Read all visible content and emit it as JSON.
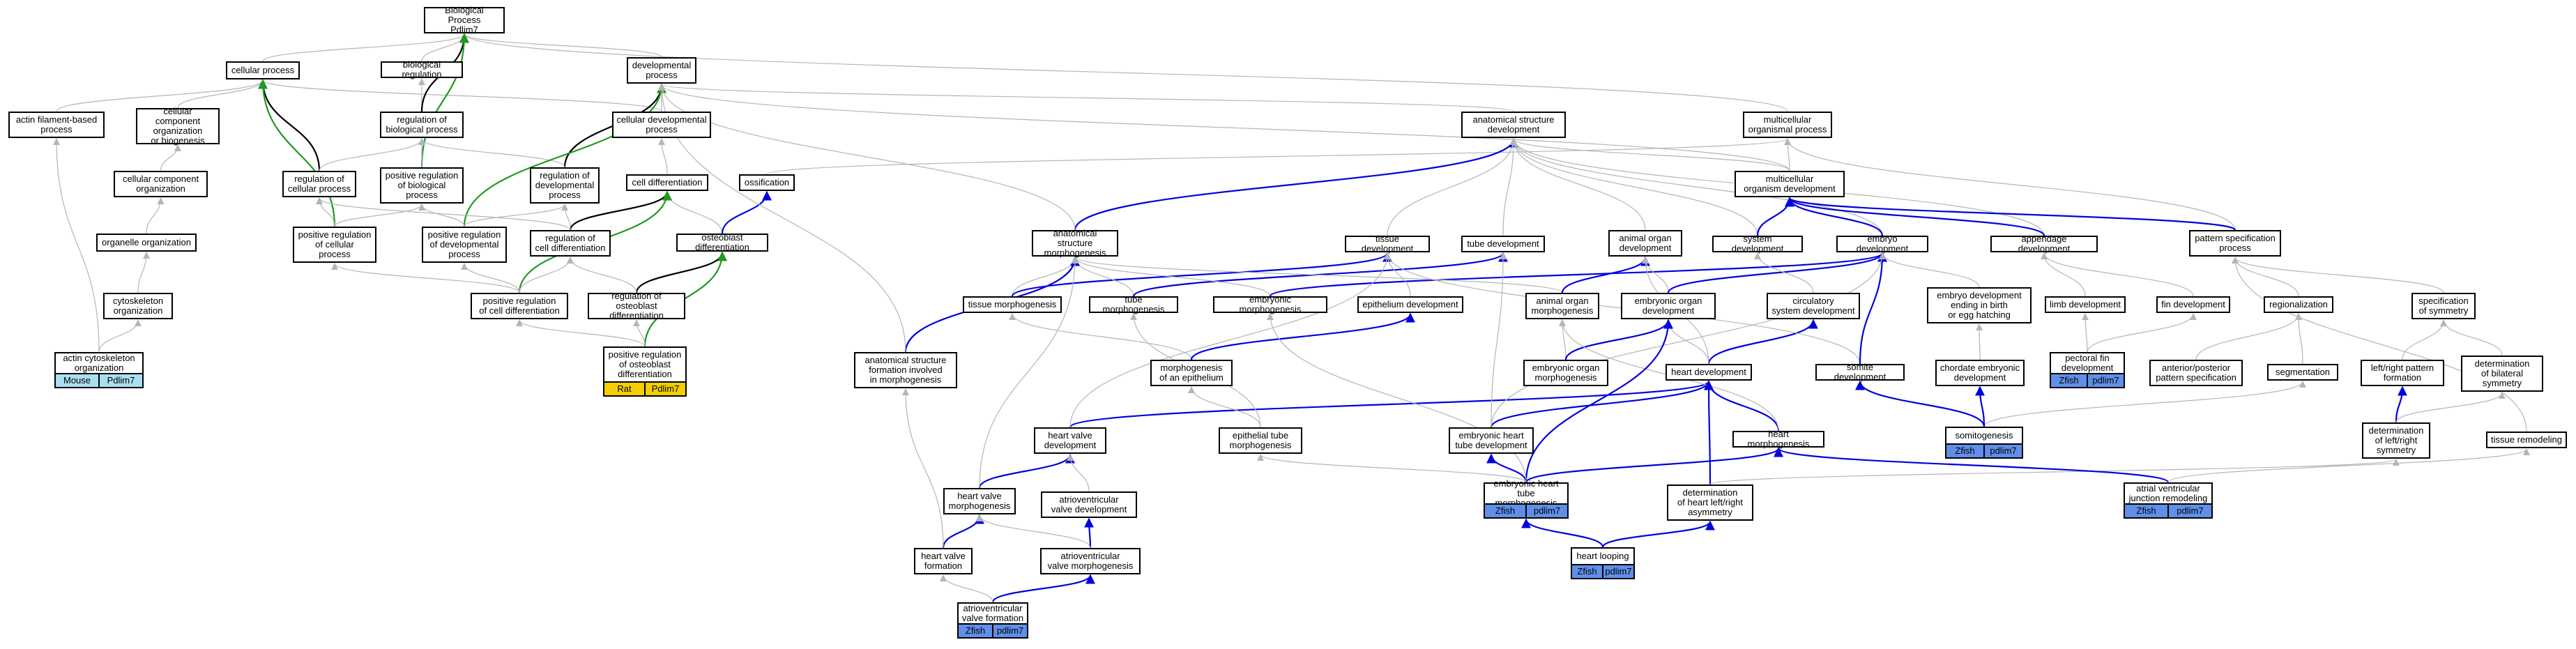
{
  "nodes": [
    {
      "id": "bp",
      "label": "Biological Process\nPdlim7"
    },
    {
      "id": "cp",
      "label": "cellular process"
    },
    {
      "id": "breg",
      "label": "biological regulation"
    },
    {
      "id": "dev",
      "label": "developmental\nprocess"
    },
    {
      "id": "afp",
      "label": "actin filament-based\nprocess"
    },
    {
      "id": "ccob",
      "label": "cellular component\norganization\nor biogenesis"
    },
    {
      "id": "rbp",
      "label": "regulation of\nbiological process"
    },
    {
      "id": "cdp",
      "label": "cellular developmental\nprocess"
    },
    {
      "id": "asd",
      "label": "anatomical structure\ndevelopment"
    },
    {
      "id": "mop",
      "label": "multicellular\norganismal process"
    },
    {
      "id": "cco",
      "label": "cellular component\norganization"
    },
    {
      "id": "rcp",
      "label": "regulation of\ncellular process"
    },
    {
      "id": "prbp",
      "label": "positive regulation\nof biological\nprocess"
    },
    {
      "id": "rdp",
      "label": "regulation of\ndevelopmental\nprocess"
    },
    {
      "id": "celldiff",
      "label": "cell differentiation"
    },
    {
      "id": "oss",
      "label": "ossification"
    },
    {
      "id": "mod",
      "label": "multicellular\norganism development"
    },
    {
      "id": "oo",
      "label": "organelle organization"
    },
    {
      "id": "prcp",
      "label": "positive regulation\nof cellular\nprocess"
    },
    {
      "id": "prdp",
      "label": "positive regulation\nof developmental\nprocess"
    },
    {
      "id": "rcd",
      "label": "regulation of\ncell differentiation"
    },
    {
      "id": "od",
      "label": "osteoblast differentiation"
    },
    {
      "id": "asm",
      "label": "anatomical structure\nmorphogenesis"
    },
    {
      "id": "tissd",
      "label": "tissue development"
    },
    {
      "id": "tubed",
      "label": "tube development"
    },
    {
      "id": "aod",
      "label": "animal organ\ndevelopment"
    },
    {
      "id": "sysd",
      "label": "system development"
    },
    {
      "id": "embd",
      "label": "embryo development"
    },
    {
      "id": "appd",
      "label": "appendage development"
    },
    {
      "id": "psp",
      "label": "pattern specification\nprocess"
    },
    {
      "id": "cso",
      "label": "cytoskeleton\norganization"
    },
    {
      "id": "prcd",
      "label": "positive regulation\nof cell differentiation"
    },
    {
      "id": "rod",
      "label": "regulation of\nosteoblast differentiation"
    },
    {
      "id": "tm",
      "label": "tissue morphogenesis"
    },
    {
      "id": "tubem",
      "label": "tube morphogenesis"
    },
    {
      "id": "embm",
      "label": "embryonic morphogenesis"
    },
    {
      "id": "epid",
      "label": "epithelium development"
    },
    {
      "id": "aom",
      "label": "animal organ\nmorphogenesis"
    },
    {
      "id": "eod",
      "label": "embryonic organ\ndevelopment"
    },
    {
      "id": "csd",
      "label": "circulatory\nsystem development"
    },
    {
      "id": "edbh",
      "label": "embryo development\nending in birth\nor egg hatching"
    },
    {
      "id": "limb",
      "label": "limb development"
    },
    {
      "id": "fin",
      "label": "fin development"
    },
    {
      "id": "regio",
      "label": "regionalization"
    },
    {
      "id": "sos",
      "label": "specification\nof symmetry"
    },
    {
      "id": "aco",
      "label": "actin cytoskeleton\norganization"
    },
    {
      "id": "prod",
      "label": "positive regulation\nof osteoblast\ndifferentiation"
    },
    {
      "id": "asfm",
      "label": "anatomical structure\nformation involved\nin morphogenesis"
    },
    {
      "id": "moe",
      "label": "morphogenesis\nof an epithelium"
    },
    {
      "id": "eom",
      "label": "embryonic organ\nmorphogenesis"
    },
    {
      "id": "heartd",
      "label": "heart development"
    },
    {
      "id": "somd",
      "label": "somite development"
    },
    {
      "id": "ced",
      "label": "chordate embryonic\ndevelopment"
    },
    {
      "id": "pfin",
      "label": "pectoral fin\ndevelopment"
    },
    {
      "id": "apps",
      "label": "anterior/posterior\npattern specification"
    },
    {
      "id": "seg",
      "label": "segmentation"
    },
    {
      "id": "lrpf",
      "label": "left/right pattern\nformation"
    },
    {
      "id": "dbs",
      "label": "determination\nof bilateral\nsymmetry"
    },
    {
      "id": "hvd",
      "label": "heart valve\ndevelopment"
    },
    {
      "id": "etm",
      "label": "epithelial tube\nmorphogenesis"
    },
    {
      "id": "ehtd",
      "label": "embryonic heart\ntube development"
    },
    {
      "id": "hm",
      "label": "heart morphogenesis"
    },
    {
      "id": "somito",
      "label": "somitogenesis"
    },
    {
      "id": "dlrs",
      "label": "determination\nof left/right\nsymmetry"
    },
    {
      "id": "tr",
      "label": "tissue remodeling"
    },
    {
      "id": "hvm",
      "label": "heart valve\nmorphogenesis"
    },
    {
      "id": "avvd",
      "label": "atrioventricular\nvalve development"
    },
    {
      "id": "ehtm",
      "label": "embryonic heart\ntube morphogenesis"
    },
    {
      "id": "dhlra",
      "label": "determination\nof heart left/right\nasymmetry"
    },
    {
      "id": "avjr",
      "label": "atrial ventricular\njunction remodeling"
    },
    {
      "id": "hvf",
      "label": "heart valve\nformation"
    },
    {
      "id": "avvm",
      "label": "atrioventricular\nvalve morphogenesis"
    },
    {
      "id": "hl",
      "label": "heart looping"
    },
    {
      "id": "avvf",
      "label": "atrioventricular\nvalve formation"
    }
  ],
  "tags": [
    {
      "node": "aco",
      "species": "Mouse",
      "gene": "Pdlim7",
      "color": "#a9dff0"
    },
    {
      "node": "prod",
      "species": "Rat",
      "gene": "Pdlim7",
      "color": "#f3cf00"
    },
    {
      "node": "pfin",
      "species": "Zfish",
      "gene": "pdlim7",
      "color": "#5f8fe8"
    },
    {
      "node": "somito",
      "species": "Zfish",
      "gene": "pdlim7",
      "color": "#5f8fe8"
    },
    {
      "node": "ehtm",
      "species": "Zfish",
      "gene": "pdlim7",
      "color": "#5f8fe8"
    },
    {
      "node": "avjr",
      "species": "Zfish",
      "gene": "pdlim7",
      "color": "#5f8fe8"
    },
    {
      "node": "hl",
      "species": "Zfish",
      "gene": "pdlim7",
      "color": "#5f8fe8"
    },
    {
      "node": "avvf",
      "species": "Zfish",
      "gene": "pdlim7",
      "color": "#5f8fe8"
    }
  ],
  "edge_colors": {
    "is_a": "#b5b5b5",
    "regulates": "#000000",
    "positively_regulates": "#1f9a1f",
    "part_of": "#0000e0"
  },
  "edges": [
    [
      "cp",
      "bp",
      "is_a"
    ],
    [
      "breg",
      "bp",
      "is_a"
    ],
    [
      "dev",
      "bp",
      "is_a"
    ],
    [
      "mop",
      "bp",
      "is_a"
    ],
    [
      "afp",
      "cp",
      "is_a"
    ],
    [
      "ccob",
      "cp",
      "is_a"
    ],
    [
      "rbp",
      "breg",
      "is_a"
    ],
    [
      "cdp",
      "cp",
      "is_a"
    ],
    [
      "cdp",
      "dev",
      "is_a"
    ],
    [
      "asd",
      "dev",
      "is_a"
    ],
    [
      "mod",
      "dev",
      "is_a"
    ],
    [
      "cco",
      "ccob",
      "is_a"
    ],
    [
      "rcp",
      "cp",
      "regulates"
    ],
    [
      "rcp",
      "rbp",
      "is_a"
    ],
    [
      "rbp",
      "bp",
      "regulates"
    ],
    [
      "prbp",
      "bp",
      "positively_regulates"
    ],
    [
      "prbp",
      "rbp",
      "is_a"
    ],
    [
      "rdp",
      "dev",
      "regulates"
    ],
    [
      "rdp",
      "rbp",
      "is_a"
    ],
    [
      "celldiff",
      "cdp",
      "is_a"
    ],
    [
      "oss",
      "mop",
      "is_a"
    ],
    [
      "mod",
      "mop",
      "is_a"
    ],
    [
      "mod",
      "asd",
      "is_a"
    ],
    [
      "oo",
      "cco",
      "is_a"
    ],
    [
      "prcp",
      "cp",
      "positively_regulates"
    ],
    [
      "prcp",
      "rcp",
      "is_a"
    ],
    [
      "prcp",
      "prbp",
      "is_a"
    ],
    [
      "prdp",
      "dev",
      "positively_regulates"
    ],
    [
      "prdp",
      "rdp",
      "is_a"
    ],
    [
      "prdp",
      "prbp",
      "is_a"
    ],
    [
      "rcd",
      "celldiff",
      "regulates"
    ],
    [
      "rcd",
      "rcp",
      "is_a"
    ],
    [
      "rcd",
      "rdp",
      "is_a"
    ],
    [
      "od",
      "celldiff",
      "is_a"
    ],
    [
      "od",
      "oss",
      "part_of"
    ],
    [
      "asm",
      "asd",
      "part_of"
    ],
    [
      "asm",
      "dev",
      "is_a"
    ],
    [
      "tissd",
      "asd",
      "is_a"
    ],
    [
      "tubed",
      "asd",
      "is_a"
    ],
    [
      "aod",
      "asd",
      "is_a"
    ],
    [
      "sysd",
      "asd",
      "is_a"
    ],
    [
      "embd",
      "asd",
      "is_a"
    ],
    [
      "embd",
      "mod",
      "part_of"
    ],
    [
      "appd",
      "asd",
      "is_a"
    ],
    [
      "psp",
      "mop",
      "is_a"
    ],
    [
      "sysd",
      "mod",
      "part_of"
    ],
    [
      "appd",
      "mod",
      "part_of"
    ],
    [
      "psp",
      "mod",
      "part_of"
    ],
    [
      "cso",
      "oo",
      "is_a"
    ],
    [
      "prcd",
      "celldiff",
      "positively_regulates"
    ],
    [
      "prcd",
      "rcd",
      "is_a"
    ],
    [
      "prcd",
      "prcp",
      "is_a"
    ],
    [
      "prcd",
      "prdp",
      "is_a"
    ],
    [
      "rod",
      "od",
      "regulates"
    ],
    [
      "rod",
      "rcd",
      "is_a"
    ],
    [
      "tm",
      "asm",
      "is_a"
    ],
    [
      "tm",
      "tissd",
      "part_of"
    ],
    [
      "tubem",
      "asm",
      "is_a"
    ],
    [
      "tubem",
      "tubed",
      "part_of"
    ],
    [
      "embm",
      "asm",
      "is_a"
    ],
    [
      "embm",
      "embd",
      "part_of"
    ],
    [
      "epid",
      "tissd",
      "is_a"
    ],
    [
      "aom",
      "asm",
      "is_a"
    ],
    [
      "aom",
      "aod",
      "part_of"
    ],
    [
      "eod",
      "aod",
      "is_a"
    ],
    [
      "eod",
      "embd",
      "part_of"
    ],
    [
      "csd",
      "sysd",
      "is_a"
    ],
    [
      "edbh",
      "embd",
      "is_a"
    ],
    [
      "limb",
      "appd",
      "is_a"
    ],
    [
      "fin",
      "appd",
      "is_a"
    ],
    [
      "regio",
      "psp",
      "is_a"
    ],
    [
      "sos",
      "psp",
      "is_a"
    ],
    [
      "aco",
      "afp",
      "is_a"
    ],
    [
      "aco",
      "cso",
      "is_a"
    ],
    [
      "prod",
      "od",
      "positively_regulates"
    ],
    [
      "prod",
      "rod",
      "is_a"
    ],
    [
      "prod",
      "prcd",
      "is_a"
    ],
    [
      "asfm",
      "asm",
      "part_of"
    ],
    [
      "asfm",
      "dev",
      "is_a"
    ],
    [
      "moe",
      "tm",
      "is_a"
    ],
    [
      "moe",
      "epid",
      "part_of"
    ],
    [
      "eom",
      "aom",
      "is_a"
    ],
    [
      "eom",
      "eod",
      "part_of"
    ],
    [
      "heartd",
      "aod",
      "is_a"
    ],
    [
      "heartd",
      "csd",
      "part_of"
    ],
    [
      "heartd",
      "eod",
      "is_a"
    ],
    [
      "somd",
      "tissd",
      "is_a"
    ],
    [
      "somd",
      "embd",
      "part_of"
    ],
    [
      "ced",
      "edbh",
      "is_a"
    ],
    [
      "pfin",
      "fin",
      "is_a"
    ],
    [
      "pfin",
      "limb",
      "is_a"
    ],
    [
      "apps",
      "regio",
      "is_a"
    ],
    [
      "seg",
      "regio",
      "is_a"
    ],
    [
      "lrpf",
      "sos",
      "is_a"
    ],
    [
      "dbs",
      "sos",
      "is_a"
    ],
    [
      "hvd",
      "heartd",
      "part_of"
    ],
    [
      "hvd",
      "tissd",
      "is_a"
    ],
    [
      "etm",
      "moe",
      "is_a"
    ],
    [
      "etm",
      "tubem",
      "is_a"
    ],
    [
      "ehtd",
      "tubed",
      "is_a"
    ],
    [
      "ehtd",
      "heartd",
      "part_of"
    ],
    [
      "ehtd",
      "embd",
      "is_a"
    ],
    [
      "hm",
      "heartd",
      "part_of"
    ],
    [
      "hm",
      "aom",
      "is_a"
    ],
    [
      "somito",
      "somd",
      "part_of"
    ],
    [
      "somito",
      "seg",
      "is_a"
    ],
    [
      "somito",
      "ced",
      "part_of"
    ],
    [
      "dlrs",
      "lrpf",
      "part_of"
    ],
    [
      "dlrs",
      "dbs",
      "is_a"
    ],
    [
      "tr",
      "psp",
      "is_a"
    ],
    [
      "hvm",
      "hvd",
      "part_of"
    ],
    [
      "hvm",
      "asm",
      "is_a"
    ],
    [
      "avvd",
      "hvd",
      "is_a"
    ],
    [
      "ehtm",
      "ehtd",
      "part_of"
    ],
    [
      "ehtm",
      "hm",
      "part_of"
    ],
    [
      "ehtm",
      "eod",
      "part_of"
    ],
    [
      "ehtm",
      "etm",
      "is_a"
    ],
    [
      "ehtm",
      "embm",
      "is_a"
    ],
    [
      "dhlra",
      "heartd",
      "part_of"
    ],
    [
      "dhlra",
      "dlrs",
      "is_a"
    ],
    [
      "avjr",
      "hm",
      "part_of"
    ],
    [
      "avjr",
      "tr",
      "is_a"
    ],
    [
      "hvf",
      "hvm",
      "part_of"
    ],
    [
      "hvf",
      "asfm",
      "is_a"
    ],
    [
      "avvm",
      "avvd",
      "part_of"
    ],
    [
      "avvm",
      "hvm",
      "is_a"
    ],
    [
      "hl",
      "dhlra",
      "part_of"
    ],
    [
      "hl",
      "ehtm",
      "part_of"
    ],
    [
      "avvf",
      "avvm",
      "part_of"
    ],
    [
      "avvf",
      "hvf",
      "is_a"
    ]
  ]
}
